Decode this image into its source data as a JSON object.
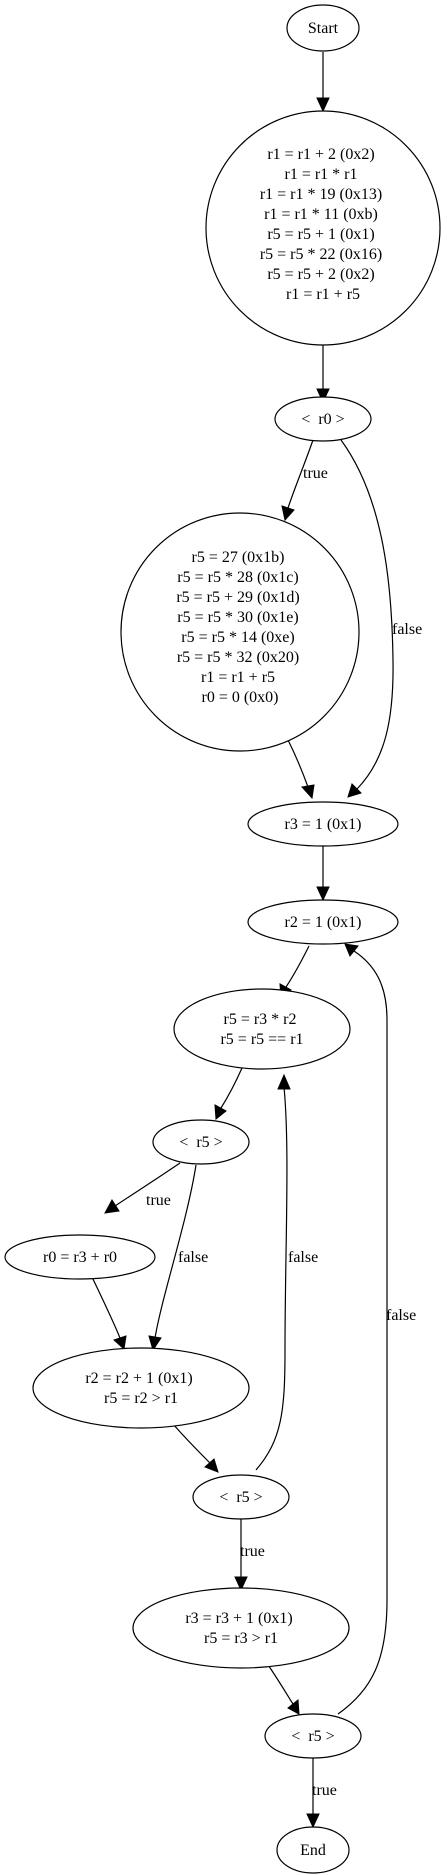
{
  "diagram": {
    "nodes": {
      "start": [
        "Start"
      ],
      "init_block": [
        "r1 = r1 + 2 (0x2)",
        "r1 = r1 * r1",
        "r1 = r1 * 19 (0x13)",
        "r1 = r1 * 11 (0xb)",
        "r5 = r5 + 1 (0x1)",
        "r5 = r5 * 22 (0x16)",
        "r5 = r5 + 2 (0x2)",
        "r1 = r1 + r5"
      ],
      "cond_r0": [
        "<  r0 >"
      ],
      "r0_true_block": [
        "r5 = 27 (0x1b)",
        "r5 = r5 * 28 (0x1c)",
        "r5 = r5 + 29 (0x1d)",
        "r5 = r5 * 30 (0x1e)",
        "r5 = r5 * 14 (0xe)",
        "r5 = r5 * 32 (0x20)",
        "r1 = r1 + r5",
        "r0 = 0 (0x0)"
      ],
      "set_r3": [
        "r3 = 1 (0x1)"
      ],
      "set_r2": [
        "r2 = 1 (0x1)"
      ],
      "mult_block": [
        "r5 = r3 * r2",
        "r5 = r5 == r1"
      ],
      "cond_r5_a": [
        "<  r5 >"
      ],
      "add_r0": [
        "r0 = r3 + r0"
      ],
      "inc_r2_block": [
        "r2 = r2 + 1 (0x1)",
        "r5 = r2 > r1"
      ],
      "cond_r5_b": [
        "<  r5 >"
      ],
      "inc_r3_block": [
        "r3 = r3 + 1 (0x1)",
        "r5 = r3 > r1"
      ],
      "cond_r5_c": [
        "<  r5 >"
      ],
      "end": [
        "End"
      ]
    },
    "edge_labels": {
      "r0_true": "true",
      "r0_false": "false",
      "r5a_true": "true",
      "r5a_false": "false",
      "r5b_false": "false",
      "r5b_true": "true",
      "r5c_false": "false",
      "r5c_true": "true"
    }
  }
}
